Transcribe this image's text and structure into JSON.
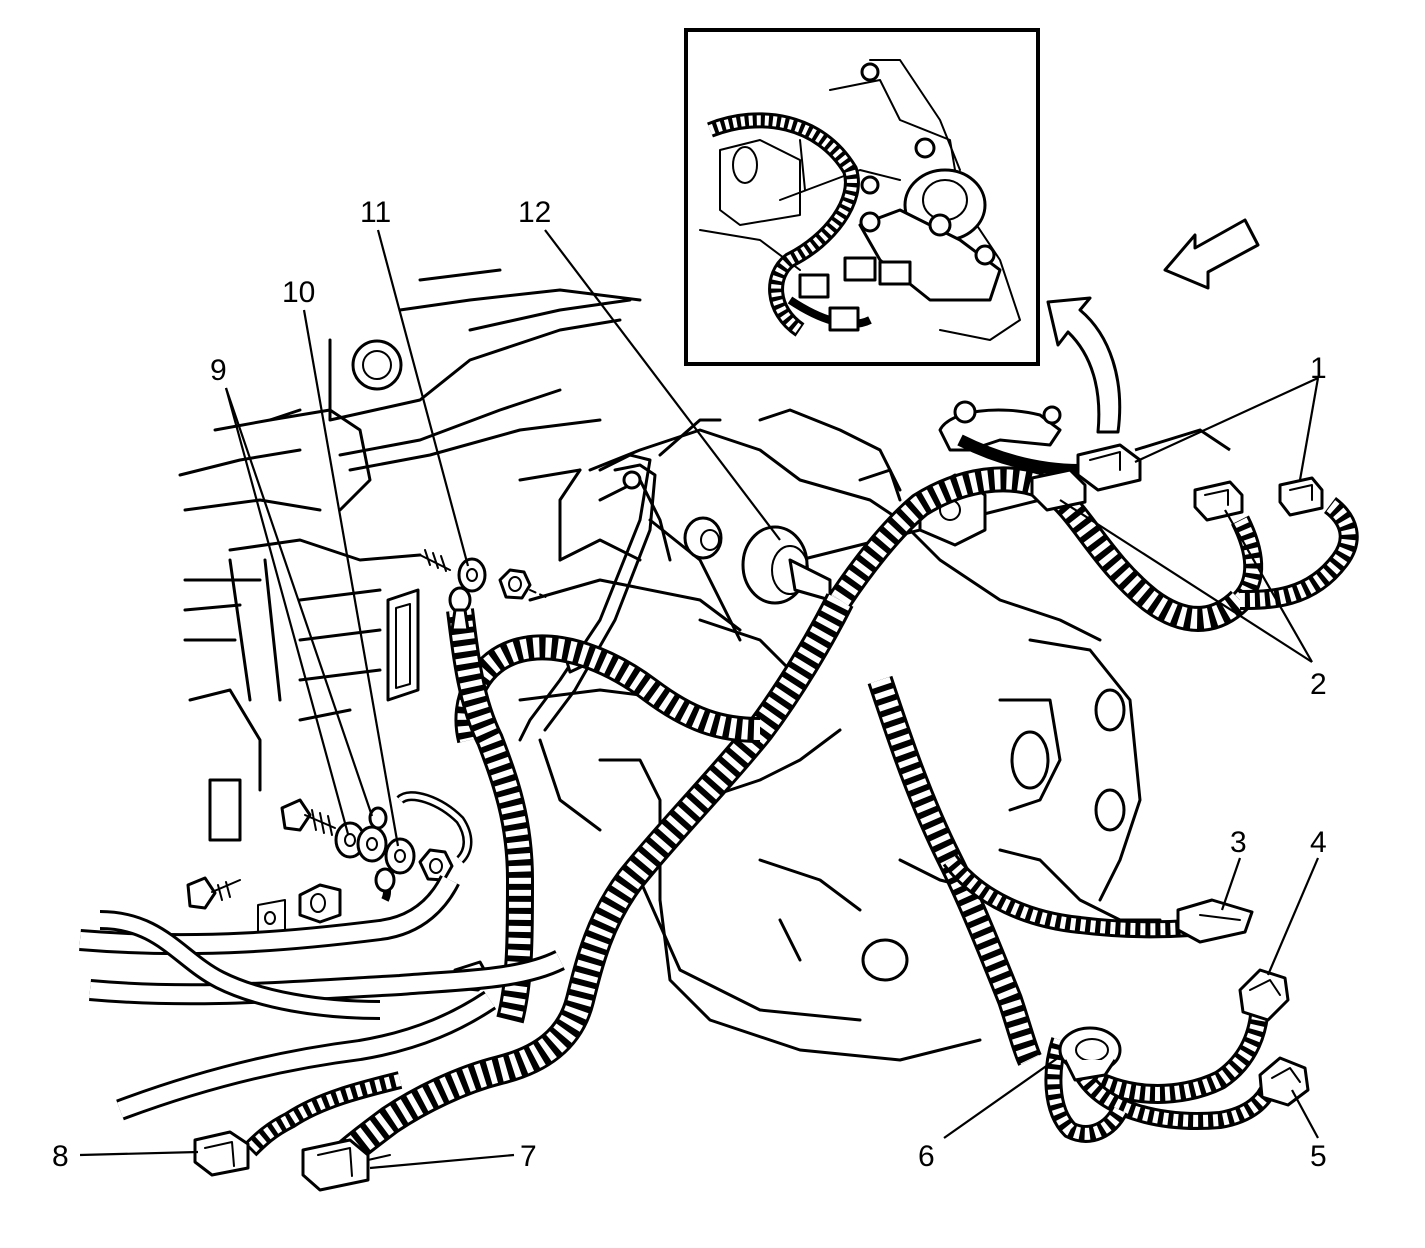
{
  "callouts": {
    "c1": "1",
    "c2": "2",
    "c3": "3",
    "c4": "4",
    "c5": "5",
    "c6": "6",
    "c7": "7",
    "c8": "8",
    "c9": "9",
    "c10": "10",
    "c11": "11",
    "c12": "12"
  },
  "colors": {
    "ink": "#000000",
    "paper": "#ffffff"
  },
  "icons": {
    "view_direction": "direction-arrow-icon",
    "detail_pointer": "curved-arrow-icon"
  }
}
